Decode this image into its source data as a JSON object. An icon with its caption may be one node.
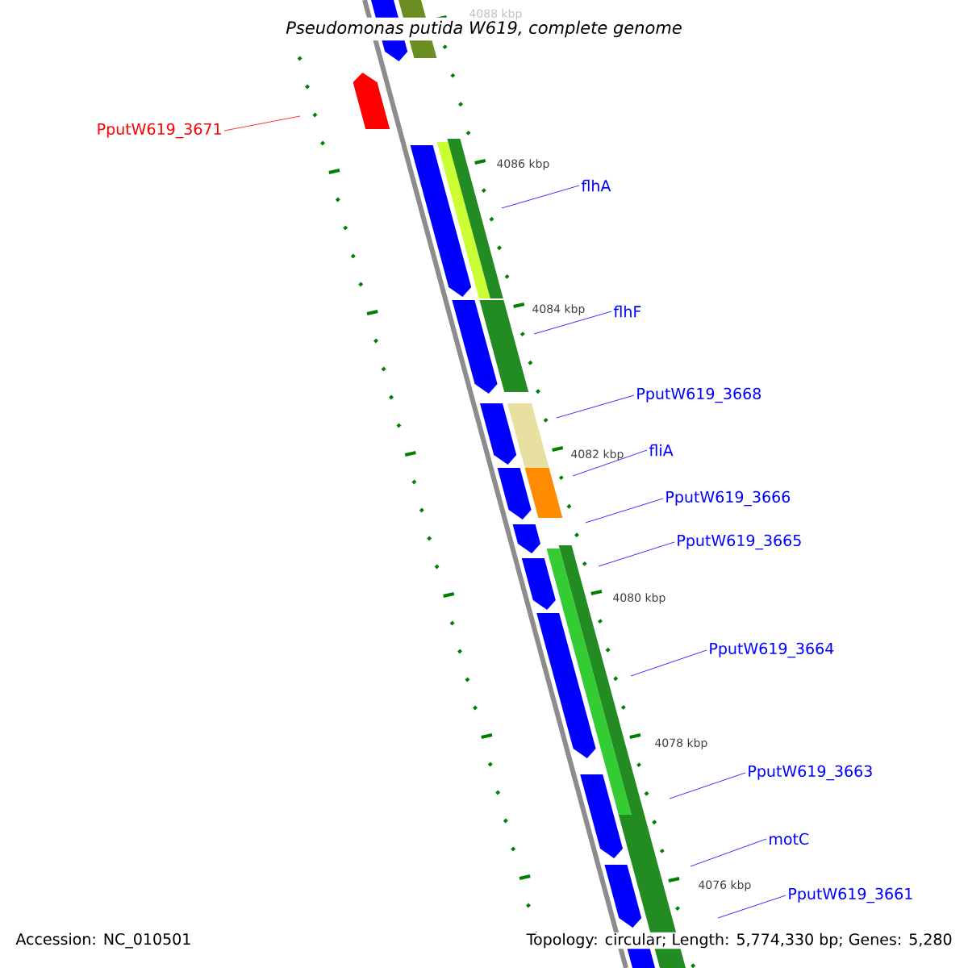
{
  "diagram": {
    "title": "Pseudomonas putida W619, complete genome",
    "nodes": [
      {
        "text": [
          "PputW619_3671"
        ]
      },
      {
        "text": [
          "flhA"
        ]
      },
      {
        "text": [
          "flhF"
        ]
      },
      {
        "text": [
          "PputW619_3668"
        ]
      },
      {
        "text": [
          "fliA"
        ]
      },
      {
        "text": [
          "PputW619_3666"
        ]
      },
      {
        "text": [
          "PputW619_3665"
        ]
      },
      {
        "text": [
          "PputW619_3664"
        ]
      },
      {
        "text": [
          "PputW619_3663"
        ]
      },
      {
        "text": [
          "motC"
        ]
      },
      {
        "text": [
          "PputW619_3661"
        ]
      }
    ],
    "edges": [
      {
        "from": 0,
        "to": null,
        "arrow": "none",
        "color": "#ff0000"
      },
      {
        "from": 1,
        "to": null,
        "arrow": "none"
      },
      {
        "from": 2,
        "to": null,
        "arrow": "none"
      },
      {
        "from": 3,
        "to": null,
        "arrow": "none"
      },
      {
        "from": 4,
        "to": null,
        "arrow": "none"
      },
      {
        "from": 5,
        "to": null,
        "arrow": "none"
      },
      {
        "from": 6,
        "to": null,
        "arrow": "none"
      },
      {
        "from": 7,
        "to": null,
        "arrow": "none"
      },
      {
        "from": 8,
        "to": null,
        "arrow": "none"
      },
      {
        "from": 9,
        "to": null,
        "arrow": "none"
      },
      {
        "from": 10,
        "to": null,
        "arrow": "none"
      }
    ],
    "labels": [
      "4088 kbp",
      "4086 kbp",
      "4084 kbp",
      "4082 kbp",
      "4080 kbp",
      "4078 kbp",
      "4076 kbp",
      "Accession: NC_010501",
      "Topology: circular; Length: 5,774,330 bp; Genes: 5,280"
    ]
  }
}
